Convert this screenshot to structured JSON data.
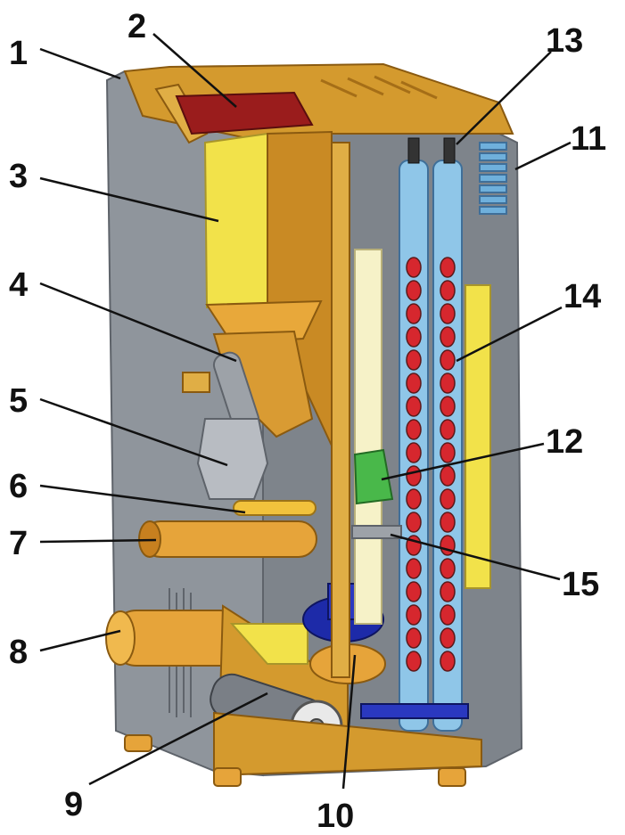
{
  "colors": {
    "casing": "#8f959c",
    "casing_dark": "#6e747b",
    "frame": "#d49a2e",
    "frame_dark": "#b57a1a",
    "hopper": "#f2e24a",
    "lid": "#9a1c1c",
    "tube": "#8fc6e8",
    "tube_dark": "#5b94c0",
    "coil": "#d6272e",
    "coil_stroke": "#5a1a1a",
    "fan": "#1d2aa8",
    "insulation": "#f6f2c8",
    "grate": "#49b84a",
    "motor": "#b8bcc2",
    "pipe": "#e6a43a",
    "callout": "#111111"
  },
  "callouts": [
    {
      "label": "1"
    },
    {
      "label": "2"
    },
    {
      "label": "3"
    },
    {
      "label": "4"
    },
    {
      "label": "5"
    },
    {
      "label": "6"
    },
    {
      "label": "7"
    },
    {
      "label": "8"
    },
    {
      "label": "9"
    },
    {
      "label": "10"
    },
    {
      "label": "11"
    },
    {
      "label": "12"
    },
    {
      "label": "13"
    },
    {
      "label": "14"
    },
    {
      "label": "15"
    }
  ]
}
